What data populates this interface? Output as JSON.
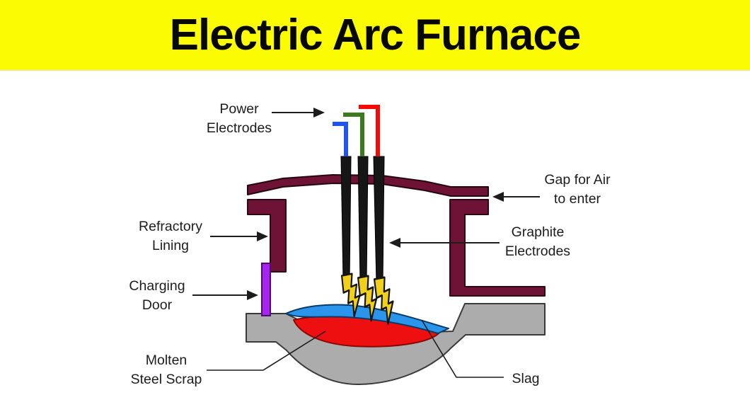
{
  "title": "Electric Arc Furnace",
  "labels": {
    "power_electrodes": {
      "l1": "Power",
      "l2": "Electrodes"
    },
    "refractory_lining": {
      "l1": "Refractory",
      "l2": "Lining"
    },
    "charging_door": {
      "l1": "Charging",
      "l2": "Door"
    },
    "gap_air": {
      "l1": "Gap for Air",
      "l2": "to enter"
    },
    "graphite_electrodes": {
      "l1": "Graphite",
      "l2": "Electrodes"
    },
    "molten_steel": {
      "l1": "Molten",
      "l2": "Steel Scrap"
    },
    "slag": {
      "l1": "Slag"
    }
  },
  "colors": {
    "banner_yellow": "#fbfb04",
    "maroon_shell": "#6e1236",
    "purple_door": "#a623f0",
    "blue_slag": "#2b95eb",
    "red_steel": "#ee1011",
    "gray_hearth": "#acacac",
    "electrode_black": "#161616",
    "wire_blue": "#2254ec",
    "wire_green": "#3c7b1d",
    "wire_red": "#f50909",
    "bolt_yellow": "#f1d019"
  }
}
